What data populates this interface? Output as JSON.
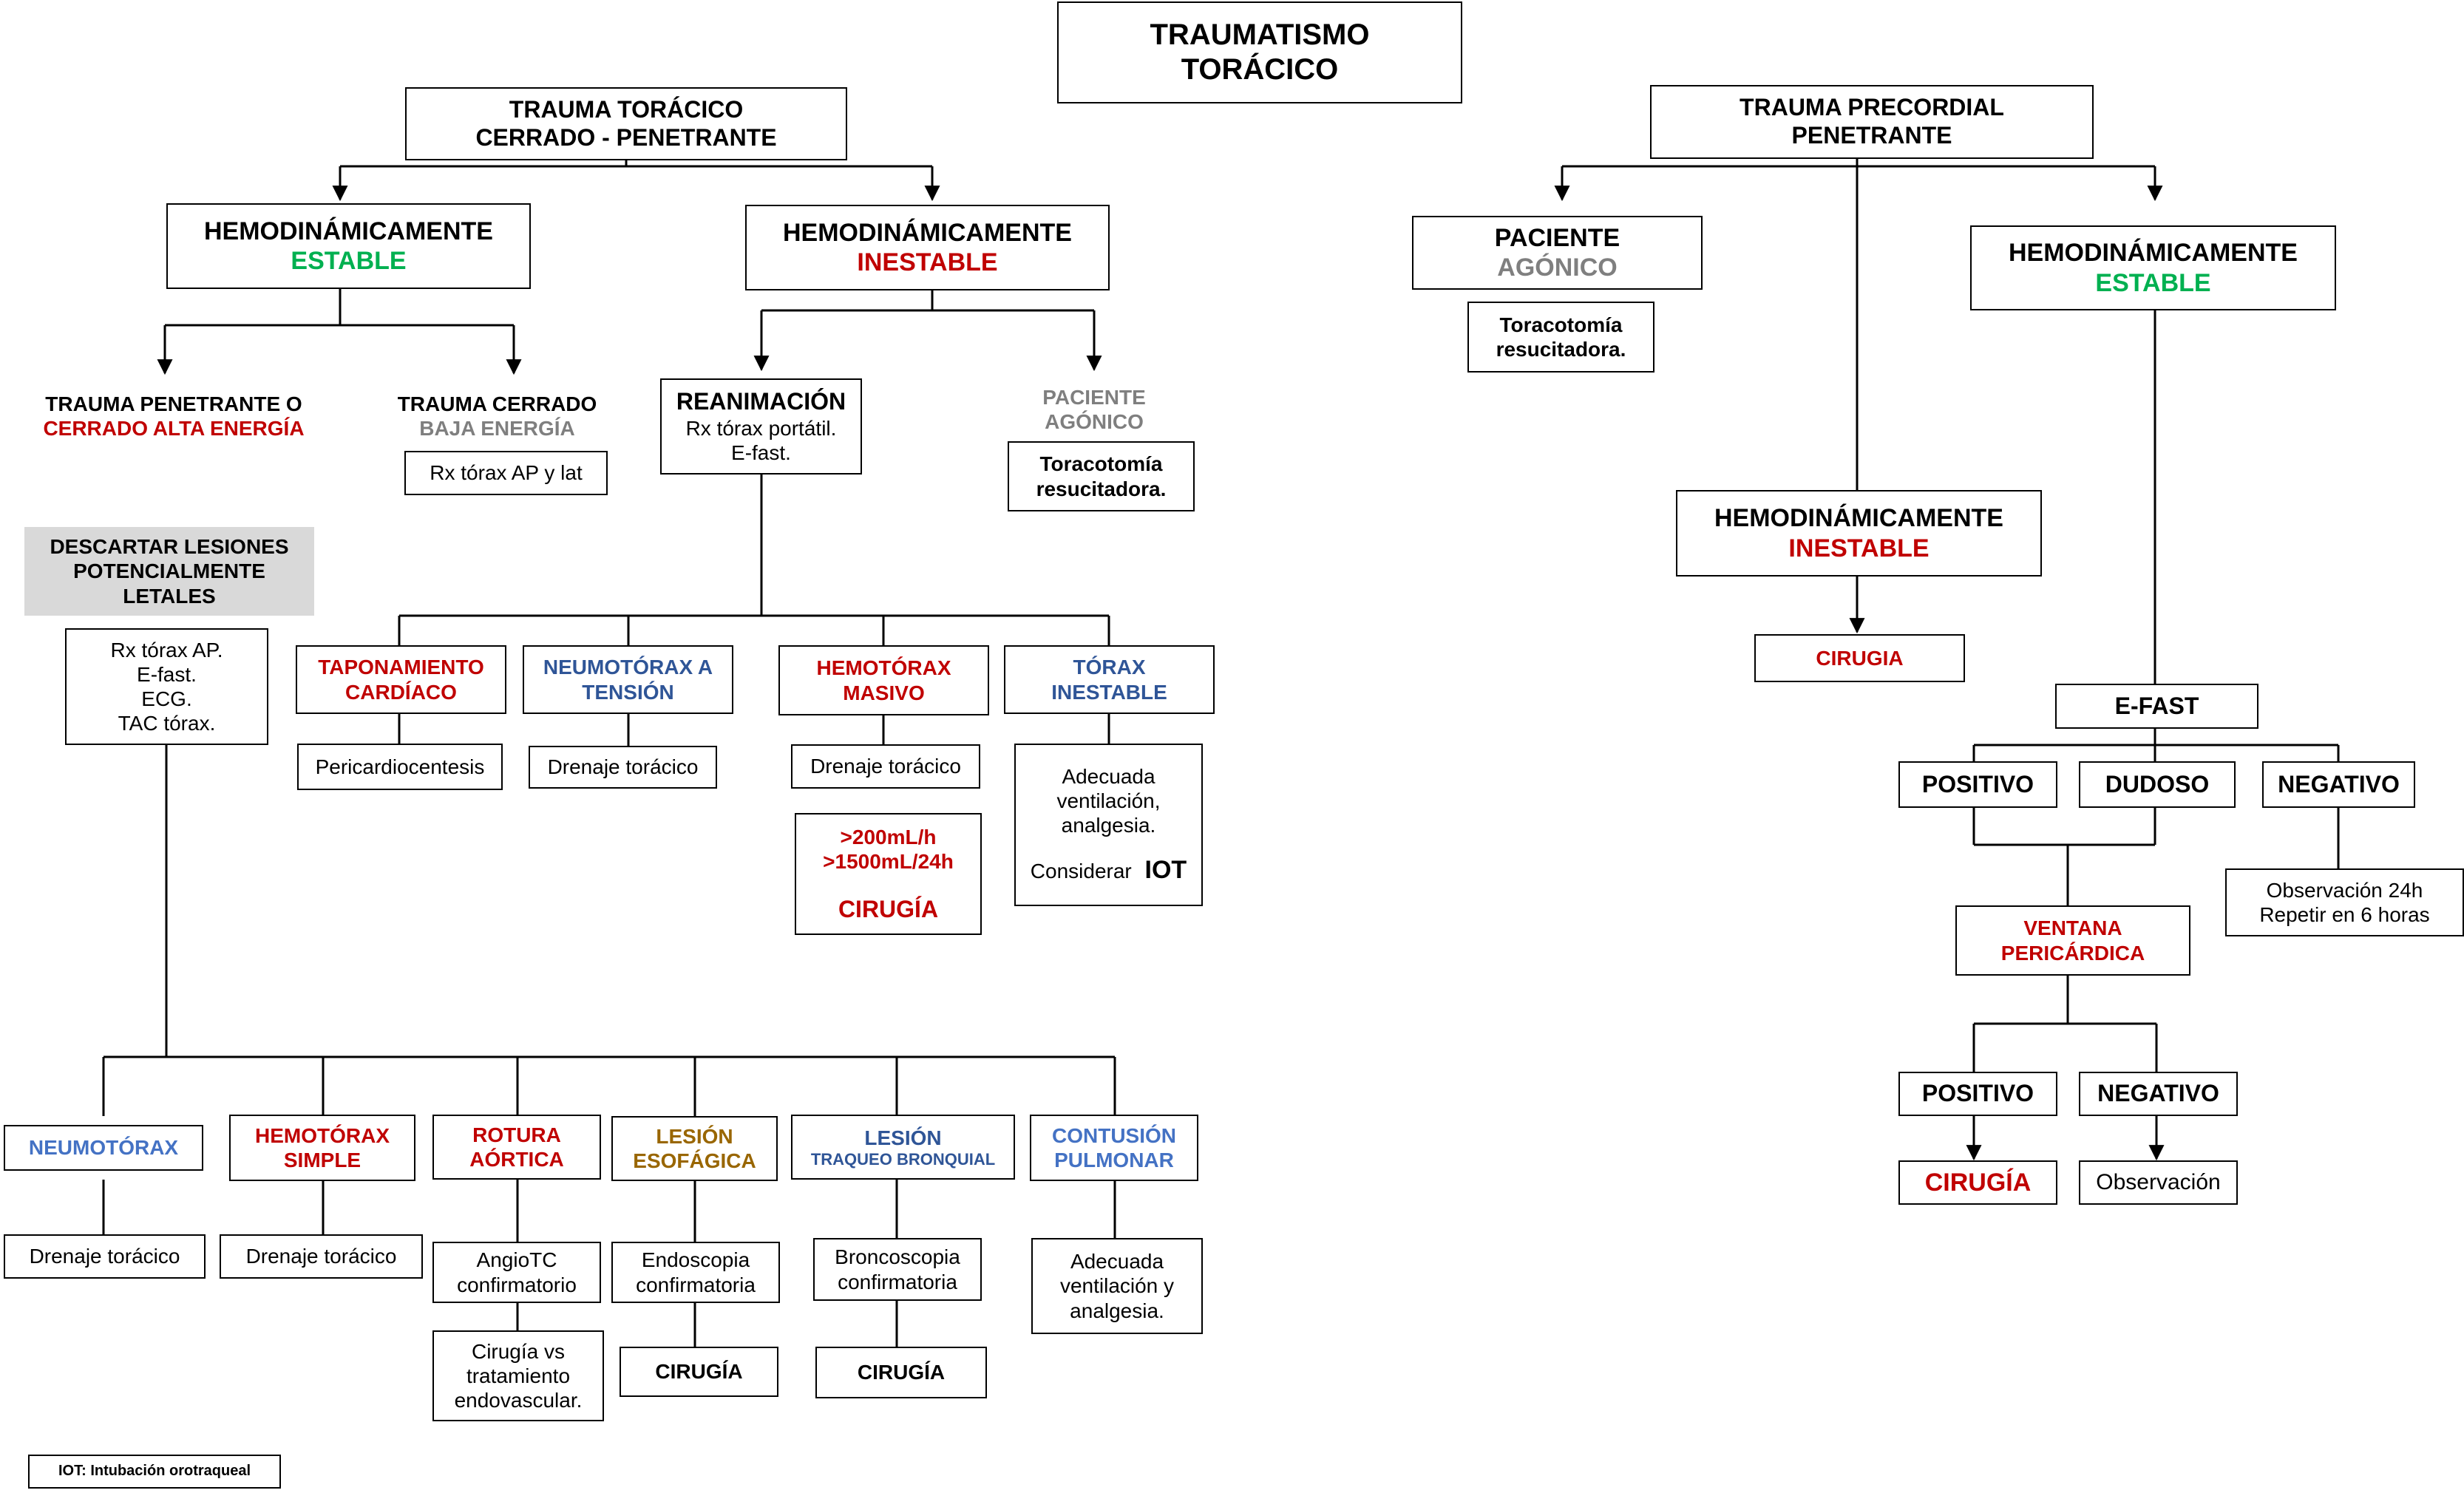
{
  "title": [
    "TRAUMATISMO",
    "TORÁCICO"
  ],
  "left": {
    "root": [
      "TRAUMA TORÁCICO",
      "CERRADO - PENETRANTE"
    ],
    "stable": {
      "line1": "HEMODINÁMICAMENTE",
      "line2": "ESTABLE"
    },
    "unstable": {
      "line1": "HEMODINÁMICAMENTE",
      "line2": "INESTABLE"
    },
    "penetrating": {
      "line1": "TRAUMA PENETRANTE O",
      "line2": "CERRADO ALTA ENERGÍA"
    },
    "closed": {
      "line1": "TRAUMA CERRADO",
      "line2": "BAJA ENERGÍA"
    },
    "closed_exam": "Rx tórax AP y lat",
    "rule_out": [
      "DESCARTAR LESIONES",
      "POTENCIALMENTE",
      "LETALES"
    ],
    "workup": [
      "Rx tórax AP.",
      "E-fast.",
      "ECG.",
      "TAC tórax."
    ],
    "resuscitation": {
      "title": "REANIMACIÓN",
      "lines": [
        "Rx tórax portátil.",
        "E-fast."
      ]
    },
    "agonic": {
      "lines": [
        "PACIENTE",
        "AGÓNICO"
      ],
      "action": [
        "Toracotomía",
        "resucitadora."
      ]
    },
    "unstable_lesions": [
      {
        "name": [
          "TAPONAMIENTO",
          "CARDÍACO"
        ],
        "action": [
          "Pericardiocentesis"
        ]
      },
      {
        "name": [
          "NEUMOTÓRAX A",
          "TENSIÓN"
        ],
        "action": [
          "Drenaje torácico"
        ]
      },
      {
        "name": [
          "HEMOTÓRAX",
          "MASIVO"
        ],
        "action": [
          "Drenaje torácico"
        ]
      },
      {
        "name": [
          "TÓRAX",
          "INESTABLE"
        ],
        "action": [
          "Adecuada",
          "ventilación,",
          "analgesia."
        ]
      }
    ],
    "massive_criteria": [
      ">200mL/h",
      ">1500mL/24h"
    ],
    "massive_surgery": "CIRUGÍA",
    "iot_consider": "Considerar",
    "iot": "IOT",
    "stable_lesions": [
      {
        "name": [
          "NEUMOTÓRAX"
        ],
        "action": [
          "Drenaje torácico"
        ]
      },
      {
        "name": [
          "HEMOTÓRAX",
          "SIMPLE"
        ],
        "action": [
          "Drenaje torácico"
        ]
      },
      {
        "name": [
          "ROTURA",
          "AÓRTICA"
        ],
        "action": [
          "AngioTC",
          "confirmatorio"
        ],
        "next": [
          "Cirugía vs",
          "tratamiento",
          "endovascular."
        ]
      },
      {
        "name": [
          "LESIÓN",
          "ESOFÁGICA"
        ],
        "action": [
          "Endoscopia",
          "confirmatoria"
        ],
        "next": [
          "CIRUGÍA"
        ]
      },
      {
        "name": [
          "LESIÓN",
          "TRAQUEO BRONQUIAL"
        ],
        "action": [
          "Broncoscopia",
          "confirmatoria"
        ],
        "next": [
          "CIRUGÍA"
        ]
      },
      {
        "name": [
          "CONTUSIÓN",
          "PULMONAR"
        ],
        "action": [
          "Adecuada",
          "ventilación y",
          "analgesia."
        ]
      }
    ]
  },
  "right": {
    "root": [
      "TRAUMA PRECORDIAL",
      "PENETRANTE"
    ],
    "agonic": {
      "line1": "PACIENTE",
      "line2": "AGÓNICO"
    },
    "agonic_action": [
      "Toracotomía",
      "resucitadora."
    ],
    "unstable": {
      "line1": "HEMODINÁMICAMENTE",
      "line2": "INESTABLE"
    },
    "unstable_action": "CIRUGIA",
    "stable": {
      "line1": "HEMODINÁMICAMENTE",
      "line2": "ESTABLE"
    },
    "efast": "E-FAST",
    "positive": "POSITIVO",
    "doubtful": "DUDOSO",
    "negative": "NEGATIVO",
    "observation_24h": [
      "Observación 24h",
      "Repetir en 6 horas"
    ],
    "window": [
      "VENTANA",
      "PERICÁRDICA"
    ],
    "window_positive": "POSITIVO",
    "window_negative": "NEGATIVO",
    "surgery": "CIRUGÍA",
    "observation": "Observación"
  },
  "footnote": "IOT: Intubación orotraqueal",
  "colors": {
    "red": "#c00000",
    "green": "#00b050",
    "grey": "#7f7f7f",
    "blue": "#2f5597",
    "light_blue": "#4472c4",
    "brown": "#996600"
  }
}
